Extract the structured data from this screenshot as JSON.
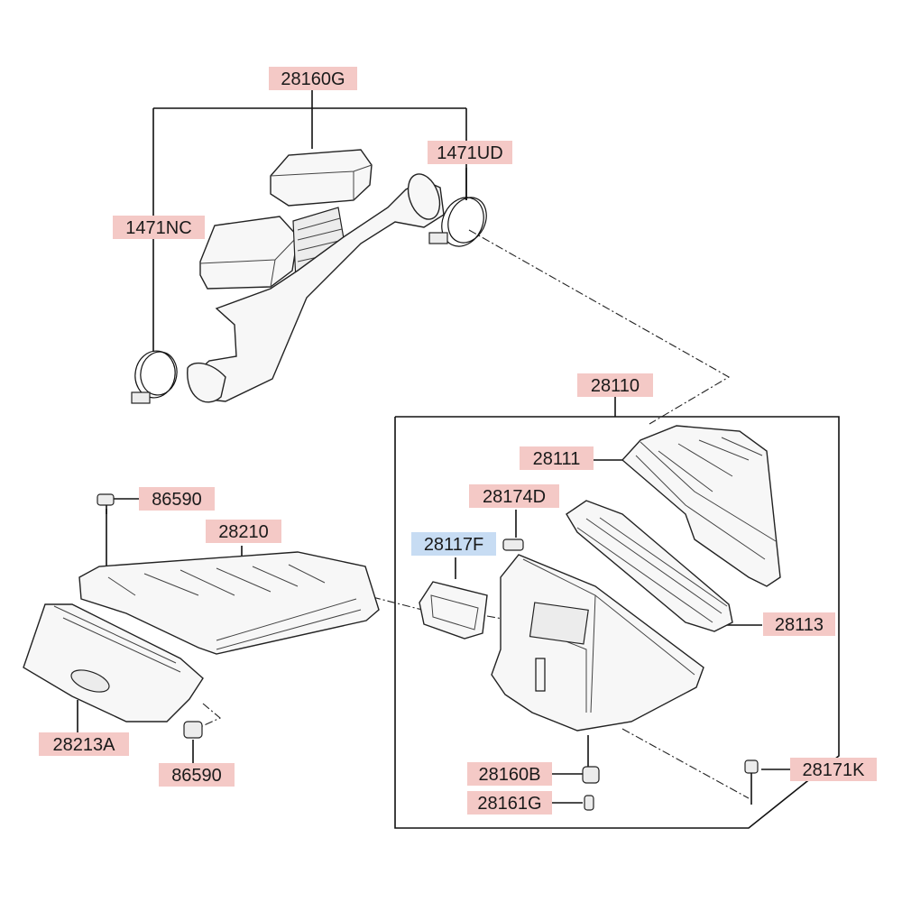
{
  "colors": {
    "label_default_bg": "#f4c9c6",
    "label_highlight_bg": "#c7dcf3",
    "line": "#111111"
  },
  "parts": [
    {
      "id": "p1",
      "label": "28160G",
      "highlight": false
    },
    {
      "id": "p2",
      "label": "1471UD",
      "highlight": false
    },
    {
      "id": "p3",
      "label": "1471NC",
      "highlight": false
    },
    {
      "id": "p4",
      "label": "28110",
      "highlight": false
    },
    {
      "id": "p5",
      "label": "28111",
      "highlight": false
    },
    {
      "id": "p6",
      "label": "28174D",
      "highlight": false
    },
    {
      "id": "p7",
      "label": "28117F",
      "highlight": true
    },
    {
      "id": "p8",
      "label": "28113",
      "highlight": false
    },
    {
      "id": "p9",
      "label": "86590",
      "highlight": false
    },
    {
      "id": "p10",
      "label": "28210",
      "highlight": false
    },
    {
      "id": "p11",
      "label": "28213A",
      "highlight": false
    },
    {
      "id": "p12",
      "label": "86590",
      "highlight": false
    },
    {
      "id": "p13",
      "label": "28160B",
      "highlight": false
    },
    {
      "id": "p14",
      "label": "28161G",
      "highlight": false
    },
    {
      "id": "p15",
      "label": "28171K",
      "highlight": false
    }
  ]
}
